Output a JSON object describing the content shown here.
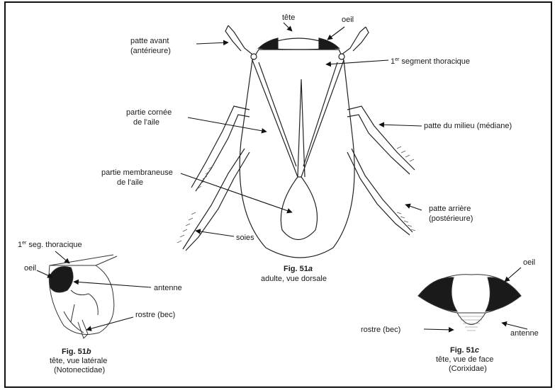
{
  "labels": {
    "tete": "tête",
    "oeil": "oeil",
    "patte_avant_1": "patte avant",
    "patte_avant_2": "(antérieure)",
    "segment_thoracique_prefix": "1",
    "segment_thoracique_sup": "er",
    "segment_thoracique_rest": " segment thoracique",
    "partie_cornee_1": "partie cornée",
    "partie_cornee_2": "de l'aile",
    "patte_milieu": "patte du milieu (médiane)",
    "partie_membraneuse_1": "partie membraneuse",
    "partie_membraneuse_2": "de l'aile",
    "patte_arriere_1": "patte arrière",
    "patte_arriere_2": "(postérieure)",
    "soies": "soies"
  },
  "fig_a": {
    "title_prefix": "Fig. 51",
    "title_suffix": "a",
    "caption": "adulte, vue dorsale"
  },
  "fig_b": {
    "seg_prefix": "1",
    "seg_sup": "er",
    "seg_rest": " seg. thoracique",
    "oeil": "oeil",
    "antenne": "antenne",
    "rostre": "rostre (bec)",
    "title_prefix": "Fig. 51",
    "title_suffix": "b",
    "caption_1": "tête, vue latérale",
    "caption_2": "(Notonectidae)"
  },
  "fig_c": {
    "oeil": "oeil",
    "rostre": "rostre (bec)",
    "antenne": "antenne",
    "title_prefix": "Fig. 51",
    "title_suffix": "c",
    "caption_1": "tête, vue de face",
    "caption_2": "(Corixidae)"
  }
}
